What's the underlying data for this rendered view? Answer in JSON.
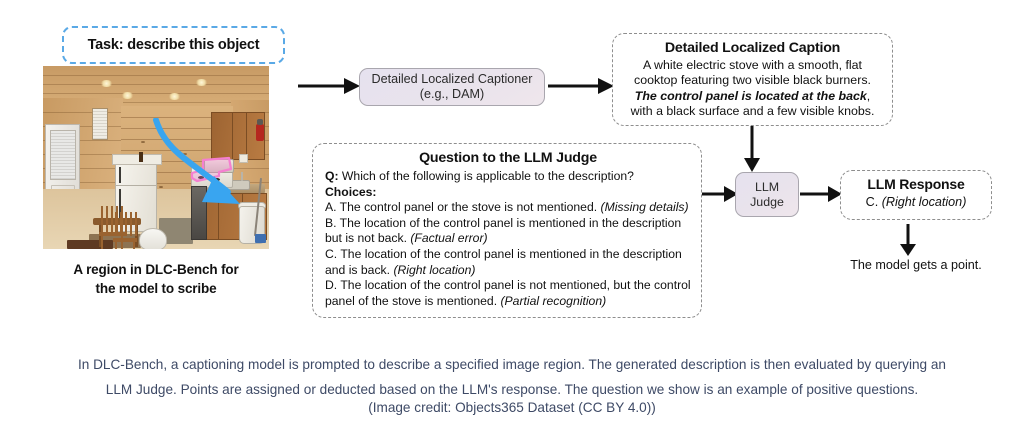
{
  "task_bubble": {
    "label": "Task: describe this object"
  },
  "photo": {
    "caption_line1": "A region in DLC-Bench for",
    "caption_line2": "the model to scribe",
    "alt": "Wood-paneled kitchen interior with a white electric stove highlighted in pink",
    "highlight_color": "#f57fd0",
    "arrow_color": "#39a5f0"
  },
  "captioner": {
    "line1": "Detailed Localized Captioner",
    "line2": "(e.g., DAM)"
  },
  "detailed_caption": {
    "title": "Detailed Localized Caption",
    "text_part1": "A white electric stove with a smooth, flat cooktop featuring two visible black burners. ",
    "text_emphasis": "The control panel is located at the back",
    "text_part2": ", with a black surface and a few visible knobs."
  },
  "question": {
    "title": "Question to the LLM Judge",
    "q_label": "Q:",
    "q_text": " Which of the following is applicable to the description?",
    "choices_label": "Choices:",
    "choices": [
      {
        "letter": "A.",
        "text": " The control panel or the stove is not mentioned. ",
        "tag": "(Missing details)"
      },
      {
        "letter": "B.",
        "text": " The location of the control panel is mentioned in the description but is not back. ",
        "tag": "(Factual error)"
      },
      {
        "letter": "C.",
        "text": " The location of the control panel is mentioned in the description and is back. ",
        "tag": "(Right location)"
      },
      {
        "letter": "D.",
        "text": " The location of the control panel is not mentioned, but the control panel of the stove is mentioned. ",
        "tag": "(Partial recognition)"
      }
    ]
  },
  "judge": {
    "line1": "LLM",
    "line2": "Judge"
  },
  "response": {
    "title": "LLM Response",
    "answer_prefix": "C. ",
    "answer_tag": "(Right location)"
  },
  "outcome": {
    "text": "The model gets a point."
  },
  "figure_caption": {
    "line1": "In DLC-Bench, a captioning model is prompted to describe a specified image region. The generated description is then evaluated by querying an",
    "line2": "LLM Judge. Points are assigned or deducted based on the LLM's response. The question we show is an example of positive questions.",
    "credit": "(Image credit: Objects365 Dataset (CC BY 4.0))"
  },
  "colors": {
    "node_fill": "#e7e2ee",
    "node_border": "#a9a6ae",
    "dashed_border": "#8e8e8e",
    "caption_text": "#3e4a66",
    "task_border": "#5aa9e6"
  }
}
